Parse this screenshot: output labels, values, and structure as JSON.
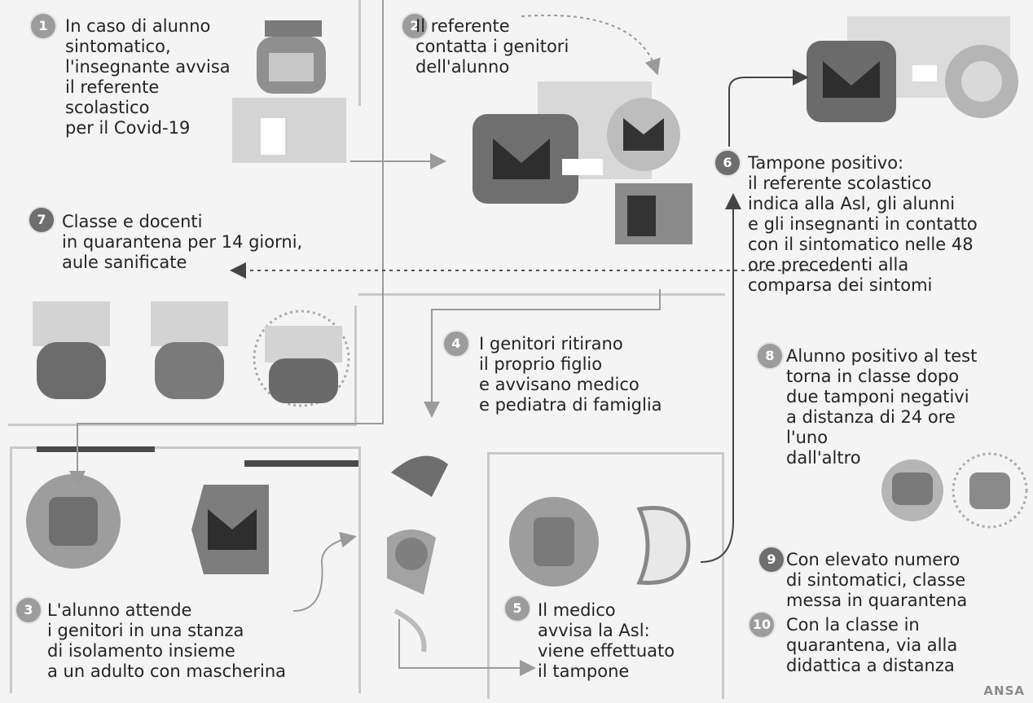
{
  "steps": [
    {
      "num": "1",
      "text": "In caso di alunno\nsintomatico,\nl'insegnante avvisa\nil referente\nscolastico\nper il Covid-19"
    },
    {
      "num": "2",
      "text": "Il referente\ncontatta i genitori\ndell'alunno"
    },
    {
      "num": "3",
      "text": "L'alunno attende\ni genitori in una stanza\ndi isolamento insieme\na un adulto con mascherina"
    },
    {
      "num": "4",
      "text": "I genitori ritirano\nil proprio figlio\ne avvisano medico\ne pediatra di famiglia"
    },
    {
      "num": "5",
      "text": "Il medico\navvisa la Asl:\nviene effettuato\nil tampone"
    },
    {
      "num": "6",
      "text": "Tampone positivo:\nil referente scolastico\nindica alla Asl, gli alunni\ne gli insegnanti in contatto\ncon il sintomatico nelle 48\nore precedenti alla\ncomparsa dei sintomi"
    },
    {
      "num": "7",
      "text": "Classe e docenti\nin quarantena per 14 giorni,\naule sanificate"
    },
    {
      "num": "8",
      "text": "Alunno positivo al test\ntorna in classe dopo\ndue tamponi negativi\na distanza di 24 ore\nl'uno\ndall'altro"
    },
    {
      "num": "9",
      "text": "Con elevato numero\ndi sintomatici, classe\nmessa in quarantena"
    },
    {
      "num": "10",
      "text": "Con la classe in\nquarantena, via alla\ndidattica a distanza"
    }
  ],
  "credit": "ANSA",
  "colors": {
    "background": "#f4f4f4",
    "badge": "#9c9c9c",
    "badge_dark": "#6e6e6e",
    "frame": "#c9c9c9",
    "text": "#242424"
  }
}
